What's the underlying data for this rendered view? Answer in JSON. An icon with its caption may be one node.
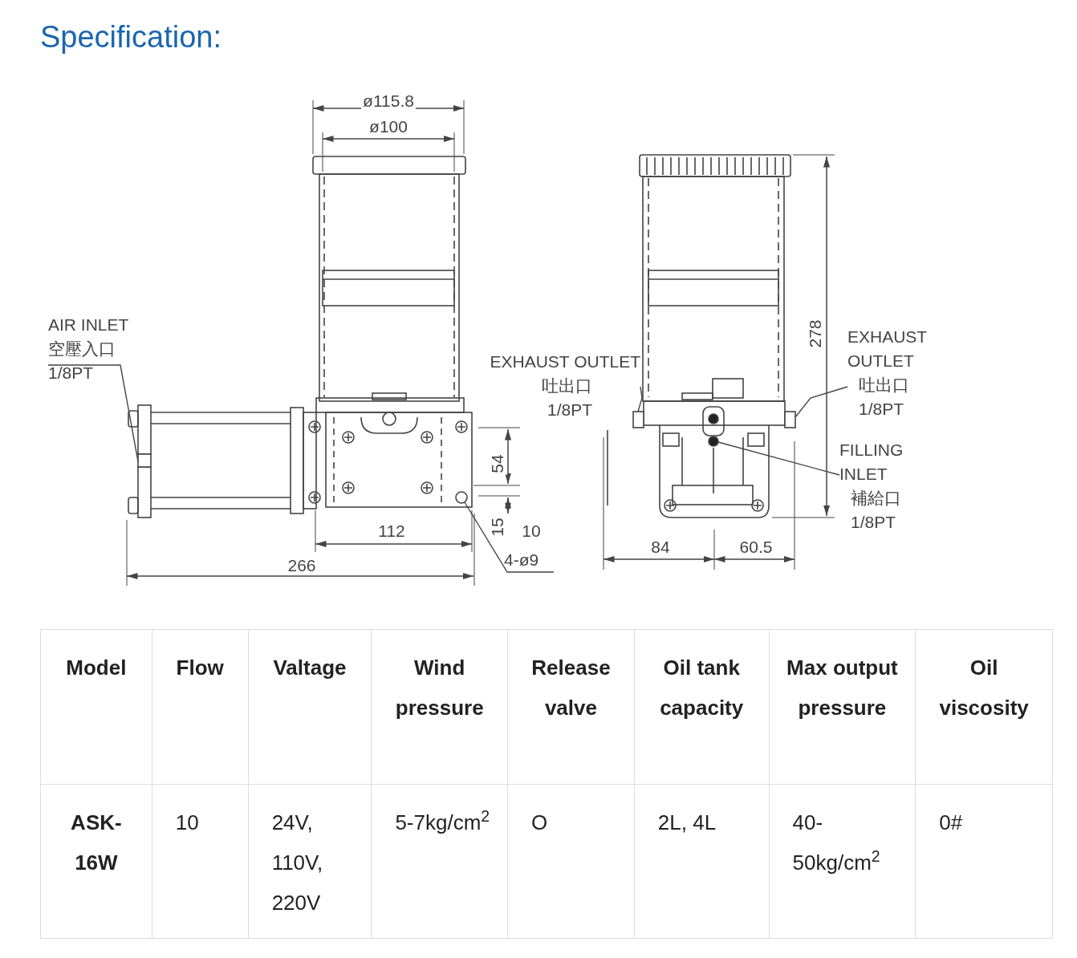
{
  "diagram": {
    "title": "Specification:",
    "nodes": [
      {
        "text": [
          "AIR INLET",
          "空壓入口",
          "1/8PT"
        ]
      },
      {
        "text": [
          "EXHAUST OUTLET",
          "吐出口",
          "1/8PT"
        ]
      },
      {
        "text": [
          "EXHAUST OUTLET",
          "吐出口",
          "1/8PT"
        ]
      },
      {
        "text": [
          "FILLING INLET",
          "補給口",
          "1/8PT"
        ]
      },
      {
        "text": [
          "4-ø9"
        ]
      },
      {
        "text": [],
        "shape": "box"
      },
      {
        "text": [],
        "shape": "box"
      },
      {
        "text": [],
        "shape": "box"
      },
      {
        "text": [],
        "shape": "circle"
      },
      {
        "text": [],
        "shape": "circle"
      }
    ],
    "edges": [
      {
        "from": 0,
        "to": 5,
        "arrow": "none"
      },
      {
        "from": 1,
        "to": 6,
        "arrow": "none"
      },
      {
        "from": 2,
        "to": 7,
        "arrow": "none"
      },
      {
        "from": 3,
        "to": 8,
        "arrow": "none"
      },
      {
        "from": 4,
        "to": 9,
        "arrow": "none"
      }
    ],
    "labels": [
      "ø115.8",
      "ø100",
      "278",
      "54",
      "112",
      "15",
      "10",
      "266",
      "84",
      "60.5",
      "Model",
      "Flow",
      "Valtage",
      "Wind pressure",
      "Release valve",
      "Oil tank capacity",
      "Max output pressure",
      "Oil viscosity",
      "ASK-16W",
      "10",
      "24V, 110V, 220V",
      "5-7kg/cm$^{2}$",
      "O",
      "2L, 4L",
      "40-50kg/cm$^{2}$",
      "0#"
    ]
  }
}
